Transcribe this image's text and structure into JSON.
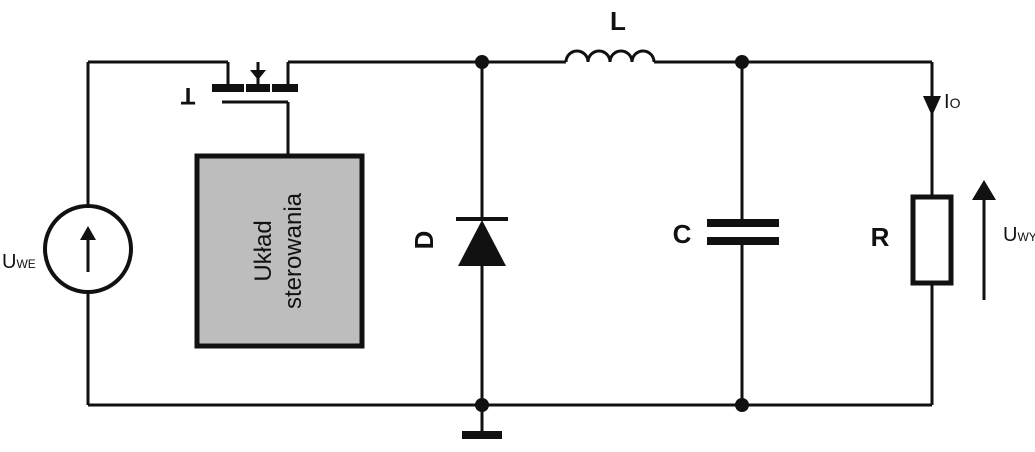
{
  "circuit": {
    "transistor_label": "T",
    "inductor_label": "L",
    "diode_label": "D",
    "capacitor_label": "C",
    "resistor_label": "R",
    "control_block": {
      "line1": "Układ",
      "line2": "sterowania"
    },
    "source_label": {
      "main": "U",
      "sub": "WE"
    },
    "output_voltage_label": {
      "main": "U",
      "sub": "WY"
    },
    "current_label": {
      "main": "I",
      "sub": "O"
    }
  },
  "colors": {
    "wire": "#111111",
    "control_block_fill": "#bdbdbd"
  }
}
